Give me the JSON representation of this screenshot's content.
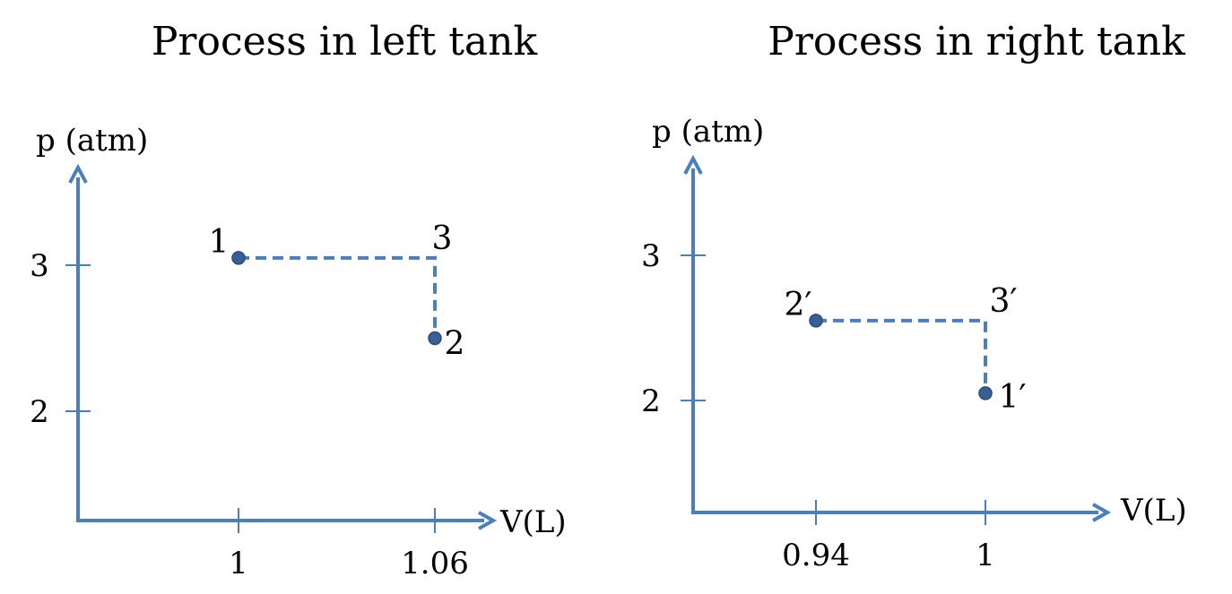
{
  "colors": {
    "axis": "#4a7ebf",
    "point": "#3a5f96",
    "text": "#000000"
  },
  "panels": [
    {
      "title": "Process in left tank",
      "ylabel": "p (atm)",
      "xlabel": "V(L)",
      "y_ticks": [
        {
          "value": 3,
          "label": "3"
        },
        {
          "value": 2,
          "label": "2"
        }
      ],
      "x_ticks": [
        {
          "value": 1,
          "label": "1"
        },
        {
          "value": 1.06,
          "label": "1.06"
        }
      ],
      "points": [
        {
          "label": "1",
          "x": 1,
          "y": 3.05,
          "marker": true
        },
        {
          "label": "3",
          "x": 1.06,
          "y": 3.05,
          "marker": false
        },
        {
          "label": "2",
          "x": 1.06,
          "y": 2.5,
          "marker": true
        }
      ],
      "path": [
        "1",
        "3",
        "2"
      ]
    },
    {
      "title": "Process in right tank",
      "ylabel": "p (atm)",
      "xlabel": "V(L)",
      "y_ticks": [
        {
          "value": 3,
          "label": "3"
        },
        {
          "value": 2,
          "label": "2"
        }
      ],
      "x_ticks": [
        {
          "value": 0.94,
          "label": "0.94"
        },
        {
          "value": 1,
          "label": "1"
        }
      ],
      "points": [
        {
          "label": "2′",
          "x": 0.94,
          "y": 2.55,
          "marker": true
        },
        {
          "label": "3′",
          "x": 1,
          "y": 2.55,
          "marker": false
        },
        {
          "label": "1′",
          "x": 1,
          "y": 2.05,
          "marker": true
        }
      ],
      "path": [
        "2′",
        "3′",
        "1′"
      ]
    }
  ]
}
